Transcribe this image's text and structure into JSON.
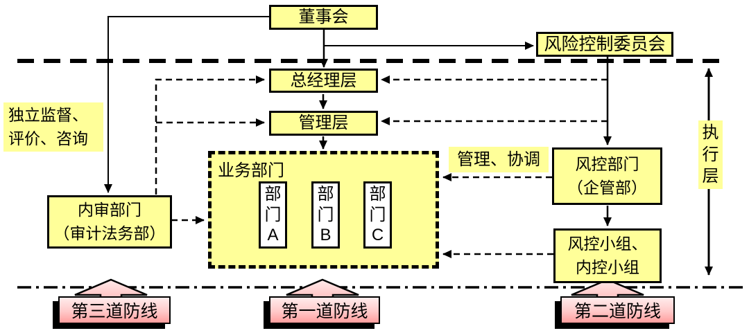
{
  "diagram": {
    "colors": {
      "node_fill": "#ffff99",
      "dept_fill": "#ffffff",
      "line_color": "#000000",
      "defense_fill_top": "#ffecec",
      "defense_fill_bottom": "#ff9d9d"
    },
    "nodes": {
      "board": "董事会",
      "risk_committee": "风险控制委员会",
      "general_manager": "总经理层",
      "management": "管理层",
      "business_dept": "业务部门",
      "dept_a": "部门A",
      "dept_b": "部门B",
      "dept_c": "部门C",
      "audit_line1": "内审部门",
      "audit_line2": "（审计法务部）",
      "risk_dept_line1": "风控部门",
      "risk_dept_line2": "（企管部）",
      "risk_group_line1": "风控小组、",
      "risk_group_line2": "内控小组"
    },
    "labels": {
      "independent_line1": "独立监督、",
      "independent_line2": "评价、咨询",
      "coordination": "管理、协调",
      "execution_layer": "执行层"
    },
    "defense_lines": {
      "third": "第三道防线",
      "first": "第一道防线",
      "second": "第二道防线"
    }
  }
}
